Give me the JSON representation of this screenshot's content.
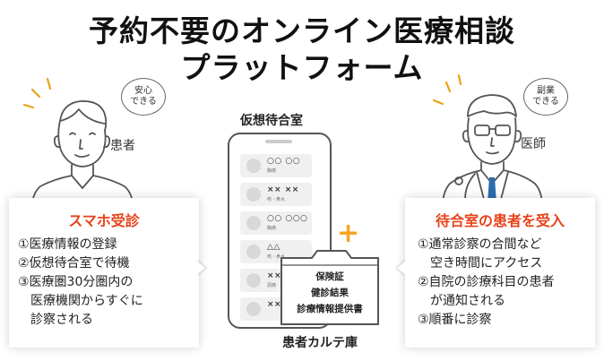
{
  "title": {
    "line1": "予約不要のオンライン医療相談",
    "line2": "プラットフォーム"
  },
  "patient": {
    "label": "患者",
    "bubble": [
      "安心",
      "できる"
    ]
  },
  "doctor": {
    "label": "医師",
    "bubble": [
      "副業",
      "できる"
    ]
  },
  "waiting_room": {
    "label": "仮想待合室",
    "slots": [
      {
        "name": "○○ ○○",
        "sub": "胸痛"
      },
      {
        "name": "×× ××",
        "sub": "咳・鼻水"
      },
      {
        "name": "○○ ○○○",
        "sub": "胸痛"
      },
      {
        "name": "△△",
        "sub": "咳・鼻水"
      },
      {
        "name": "××",
        "sub": "頭痛"
      },
      {
        "name": "××",
        "sub": ""
      }
    ]
  },
  "karte": {
    "label": "患者カルテ庫",
    "items": [
      "保険証",
      "健診結果",
      "診療情報提供書"
    ]
  },
  "left_card": {
    "title": "スマホ受診",
    "items": [
      "①医療情報の登録",
      "②仮想待合室で待機",
      "③医療圏30分圏内の",
      "　医療機関からすぐに",
      "　診察される"
    ]
  },
  "right_card": {
    "title": "待合室の患者を受入",
    "items": [
      "①通常診察の合間など",
      "　空き時間にアクセス",
      "②自院の診療科目の患者",
      "　が通知される",
      "③順番に診察"
    ]
  },
  "colors": {
    "accent": "#e8421a",
    "plus": "#f5a623",
    "outline": "#555555"
  }
}
